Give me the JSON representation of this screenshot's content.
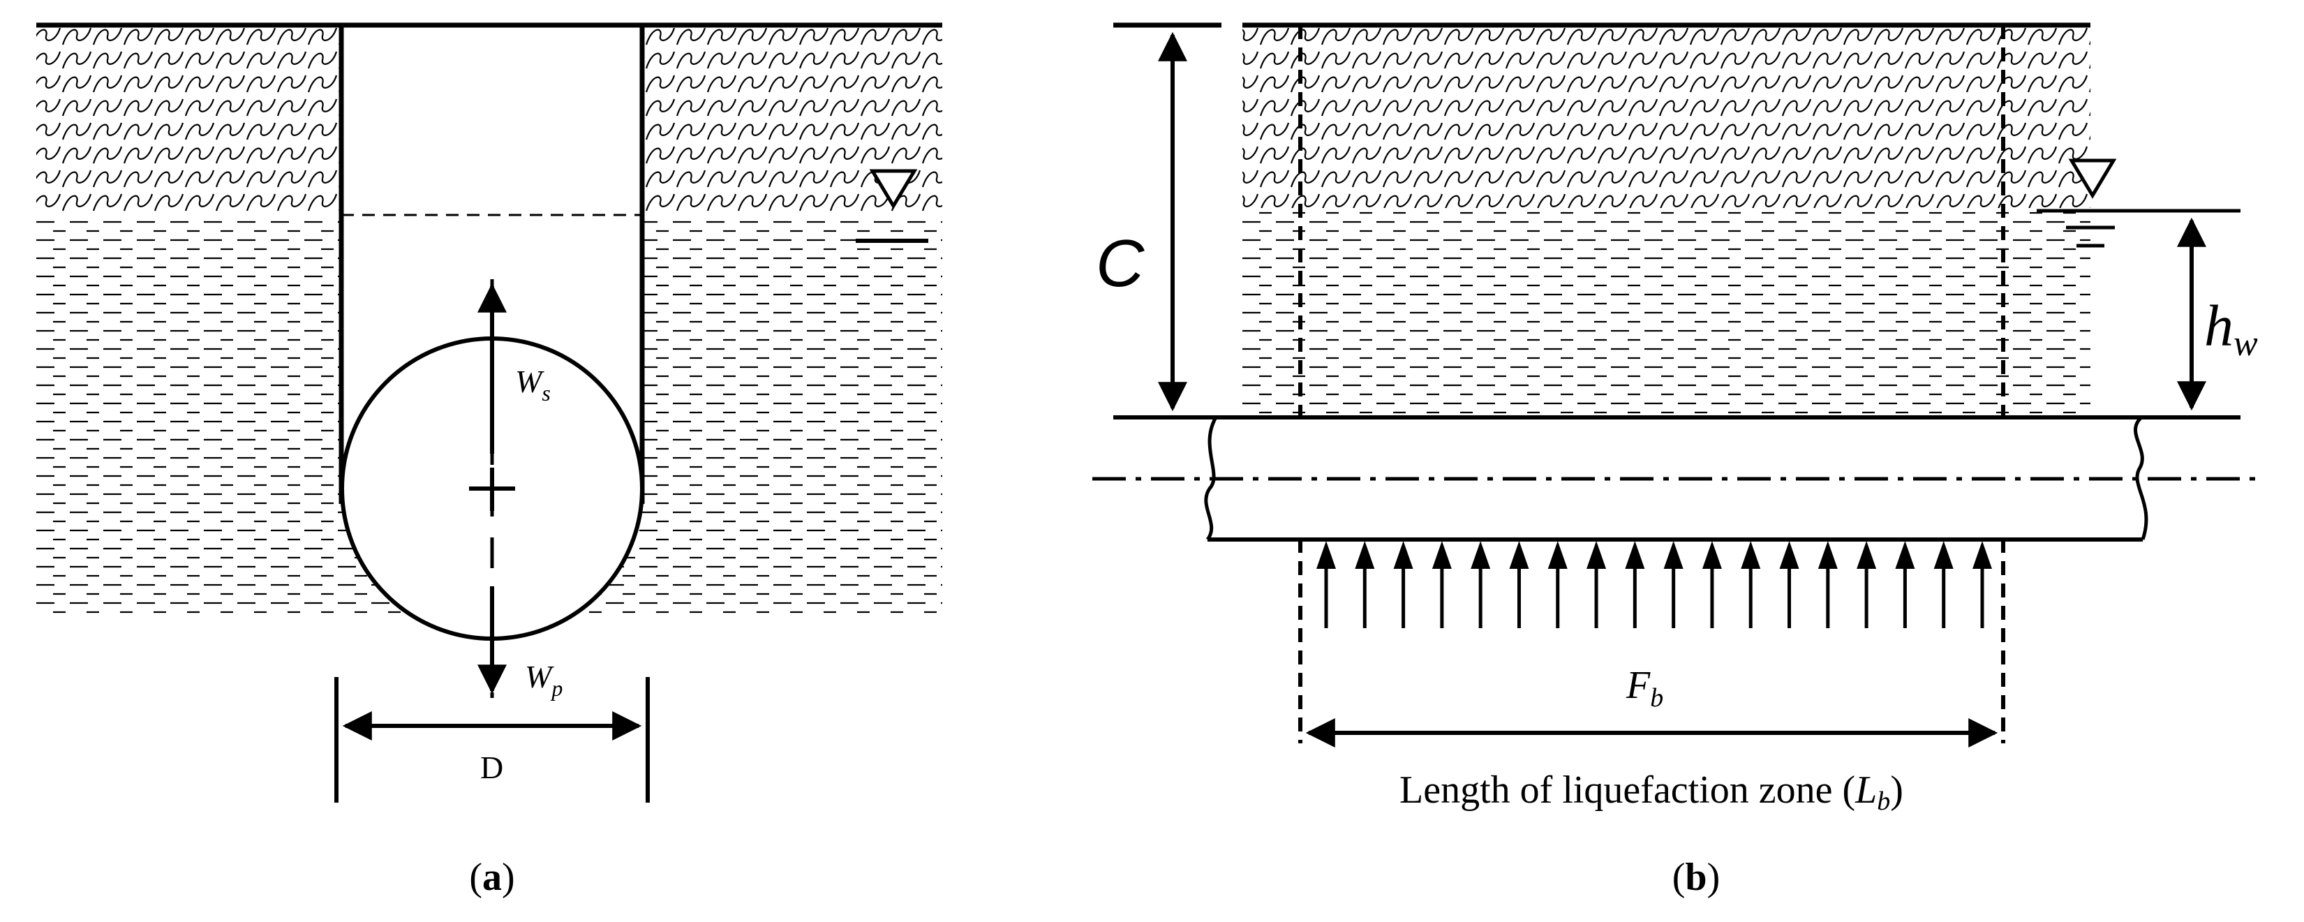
{
  "panel_a": {
    "caption_open": "(",
    "caption_letter": "a",
    "caption_close": ")",
    "upward_force_label": "W",
    "upward_force_sub": "s",
    "downward_force_label": "W",
    "downward_force_sub": "p",
    "diameter_label": "D"
  },
  "panel_b": {
    "caption_open": "(",
    "caption_letter": "b",
    "caption_close": ")",
    "cover_depth_label": "C",
    "water_depth_label": "h",
    "water_depth_sub": "w",
    "buoyant_force_label": "F",
    "buoyant_force_sub": "b",
    "zone_length_prefix": "Length of liquefaction zone (",
    "zone_length_symbol": "L",
    "zone_length_sub": "b",
    "zone_length_suffix": ")"
  },
  "colors": {
    "ink": "#000000",
    "background": "#ffffff"
  }
}
